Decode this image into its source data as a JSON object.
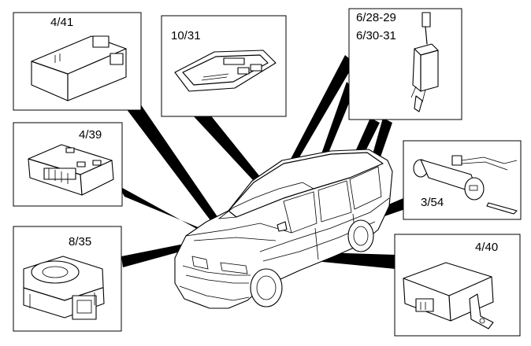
{
  "components": [
    {
      "id": "module-4-41",
      "ref": "4/41"
    },
    {
      "id": "module-10-31",
      "ref": "10/31"
    },
    {
      "id": "module-6-28",
      "ref": "6/28-29"
    },
    {
      "id": "module-6-30",
      "ref": "6/30-31"
    },
    {
      "id": "module-4-39",
      "ref": "4/39"
    },
    {
      "id": "module-3-54",
      "ref": "3/54"
    },
    {
      "id": "module-8-35",
      "ref": "8/35"
    },
    {
      "id": "module-4-40",
      "ref": "4/40"
    }
  ]
}
